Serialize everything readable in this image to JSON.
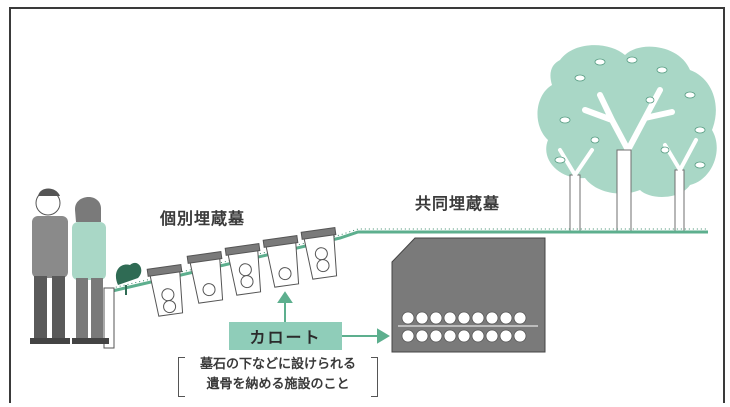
{
  "labels": {
    "individual_grave": "個別埋蔵墓",
    "common_grave": "共同埋蔵墓",
    "karoto": "カロート",
    "note_line1": "墓石の下などに設けられる",
    "note_line2": "遺骨を納める施設のこと"
  },
  "colors": {
    "accent_green": "#8fcdb9",
    "tree_fill": "#a9d7c6",
    "ground_green": "#5daf8e",
    "vault_gray": "#7a7a7a",
    "figure_gray": "#8a8a8a",
    "line_dark": "#3a3a3a"
  }
}
